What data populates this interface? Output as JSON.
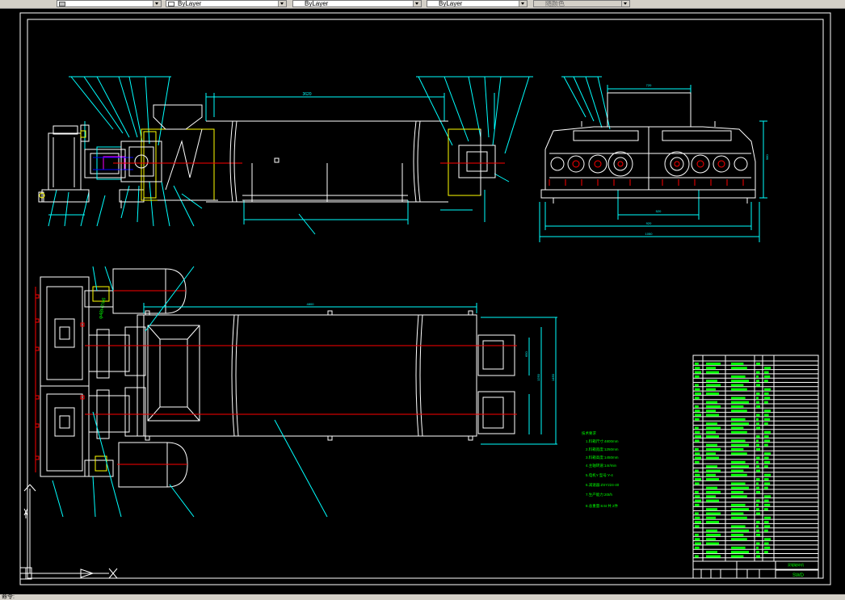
{
  "toolbar": {
    "layer_value": "",
    "color_value": "ByLayer",
    "linetype_value": "ByLayer",
    "lineweight_value": "ByLayer",
    "plotstyle_value": "随颜色"
  },
  "drawing": {
    "dims": {
      "top_length": "3620",
      "right_shaft": "720",
      "right_width1": "920",
      "right_width2": "1050",
      "right_height": "980",
      "bottom_mid": "520",
      "plan_length": "4800",
      "plan_h1": "650",
      "plan_h2": "1250",
      "plan_h3": "1450"
    },
    "tech_req": [
      "技术要求",
      "1.料箱尺寸:4800mm",
      "2.料箱宽度:1250mm",
      "3.料箱高度:1450mm",
      "4.主轴转速:14r/min",
      "5.电机Y  型号:Y-4",
      "6.减速器:ZSY224-40",
      "7.生产能力:20t/h",
      "8.总重量:8.5t  共 2件"
    ],
    "title_block": {
      "drawing_name": "双辊破碎机",
      "code": "SWD"
    }
  },
  "status": {
    "command": "命令:"
  },
  "colors": {
    "cad_white": "#ffffff",
    "cad_cyan": "#00ffff",
    "cad_yellow": "#ffff00",
    "cad_green": "#00ff00",
    "cad_red": "#ff0000",
    "cad_magenta": "#ff00ff",
    "cad_blue": "#0000ff"
  }
}
